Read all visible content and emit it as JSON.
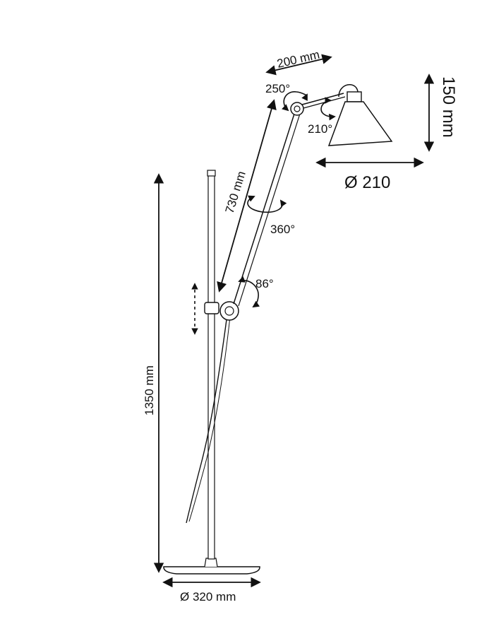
{
  "diagram": {
    "subject": "Floor lamp dimensional drawing",
    "line_color": "#111111",
    "background": "#ffffff",
    "labels": {
      "arm_upper_length": "200 mm",
      "arm_upper_angle": "250°",
      "shade_pivot_angle": "210°",
      "shade_height": "150 mm",
      "shade_diameter": "Ø 210",
      "arm_lower_length": "730 mm",
      "arm_rotation": "360°",
      "elbow_angle": "86°",
      "total_height": "1350 mm",
      "base_diameter": "Ø 320 mm"
    }
  }
}
